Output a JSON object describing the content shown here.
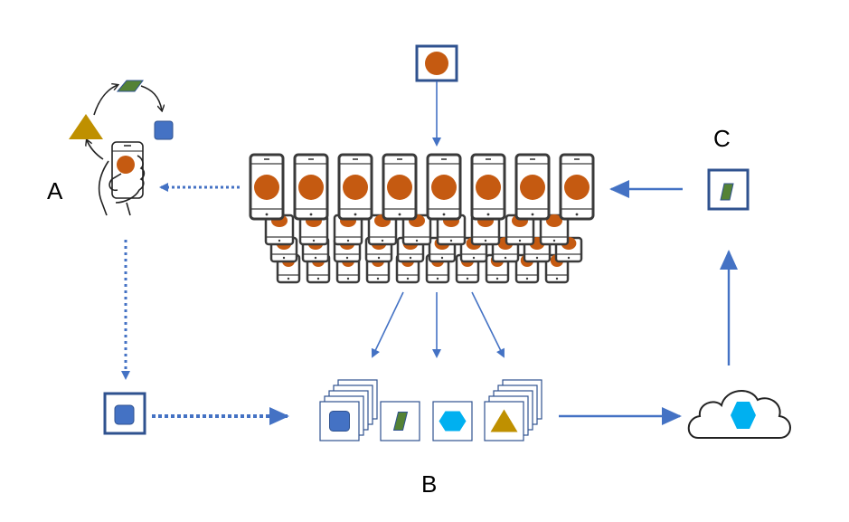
{
  "labels": {
    "a": "A",
    "b": "B",
    "c": "C"
  },
  "colors": {
    "arrow": "#4472C4",
    "box_border": "#2F528F",
    "orange": "#C55A11",
    "blue_square": "#4472C4",
    "green": "#548235",
    "gold": "#BF9000",
    "cyan": "#00B0F0",
    "phone": "#3A3A3A"
  },
  "phone_rows": [
    8,
    9,
    10,
    10
  ],
  "update_cards": [
    {
      "shape": "rounded-square",
      "stacked": true
    },
    {
      "shape": "parallelogram",
      "stacked": false
    },
    {
      "shape": "hexagon",
      "stacked": false
    },
    {
      "shape": "triangle",
      "stacked": true
    }
  ]
}
